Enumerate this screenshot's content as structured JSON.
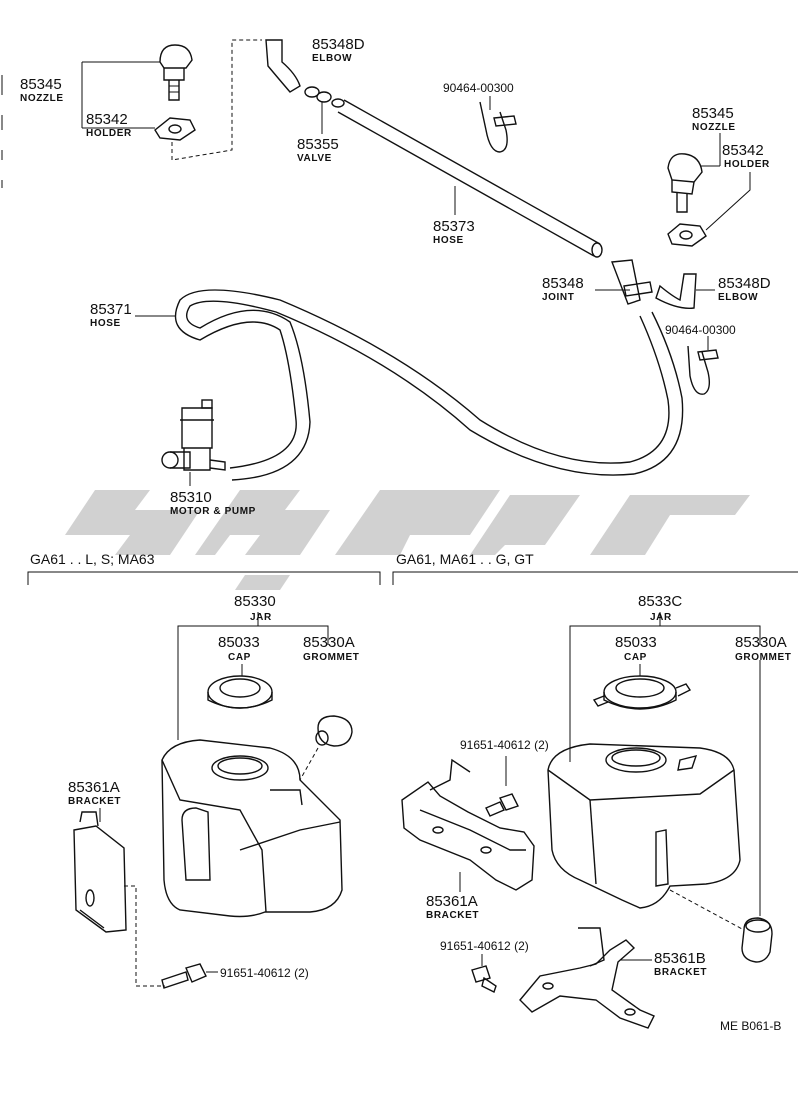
{
  "diagram": {
    "parts": {
      "nozzle_l": {
        "num": "85345",
        "name": "NOZZLE"
      },
      "holder_l": {
        "num": "85342",
        "name": "HOLDER"
      },
      "elbow_top": {
        "num": "85348D",
        "name": "ELBOW"
      },
      "valve": {
        "num": "85355",
        "name": "VALVE"
      },
      "clip_top": {
        "num": "90464-00300"
      },
      "hose_short": {
        "num": "85373",
        "name": "HOSE"
      },
      "nozzle_r": {
        "num": "85345",
        "name": "NOZZLE"
      },
      "holder_r": {
        "num": "85342",
        "name": "HOLDER"
      },
      "joint": {
        "num": "85348",
        "name": "JOINT"
      },
      "elbow_r": {
        "num": "85348D",
        "name": "ELBOW"
      },
      "clip_r": {
        "num": "90464-00300"
      },
      "hose_long": {
        "num": "85371",
        "name": "HOSE"
      },
      "pump": {
        "num": "85310",
        "name": "MOTOR & PUMP"
      },
      "jar_l": {
        "num": "85330",
        "name": "JAR"
      },
      "cap_l": {
        "num": "85033",
        "name": "CAP"
      },
      "grommet_l": {
        "num": "85330A",
        "name": "GROMMET"
      },
      "bracket_l": {
        "num": "85361A",
        "name": "BRACKET"
      },
      "bolt_l": {
        "num": "91651-40612 (2)"
      },
      "jar_r": {
        "num": "8533C",
        "name": "JAR"
      },
      "cap_r": {
        "num": "85033",
        "name": "CAP"
      },
      "grommet_r": {
        "num": "85330A",
        "name": "GROMMET"
      },
      "bolt_r1": {
        "num": "91651-40612 (2)"
      },
      "bracket_ra": {
        "num": "85361A",
        "name": "BRACKET"
      },
      "bolt_r2": {
        "num": "91651-40612 (2)"
      },
      "bracket_rb": {
        "num": "85361B",
        "name": "BRACKET"
      }
    },
    "groups": {
      "left": "GA61 . . L, S; MA63",
      "right": "GA61, MA61 . . G, GT"
    },
    "ref_code": "ME  B061-B"
  }
}
